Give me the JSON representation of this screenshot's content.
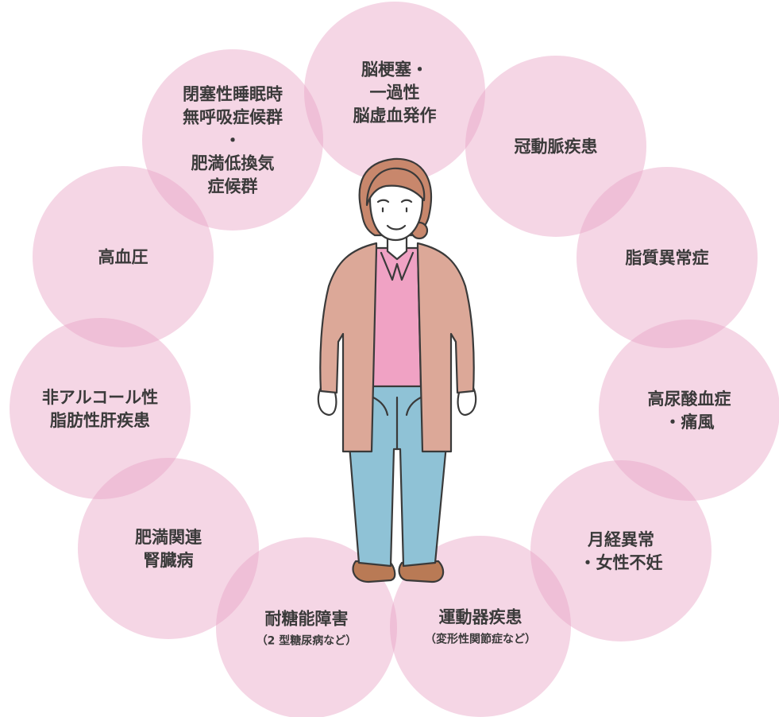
{
  "colors": {
    "circle": "#e9a3c6",
    "circle_opacity": 0.45,
    "text": "#3a3a3a",
    "jacket": "#dca898",
    "shirt": "#f0a2c4",
    "pants": "#8fc2d6",
    "skin": "#ffffff",
    "hair": "#c8876c",
    "shoes": "#b97a55",
    "outline": "#3a3a3a"
  },
  "conditions": [
    {
      "lines": [
        "脳梗塞・",
        "一過性",
        "脳虚血発作"
      ],
      "sub": ""
    },
    {
      "lines": [
        "冠動脈疾患"
      ],
      "sub": ""
    },
    {
      "lines": [
        "脂質異常症"
      ],
      "sub": ""
    },
    {
      "lines": [
        "高尿酸血症",
        "・痛風"
      ],
      "sub": ""
    },
    {
      "lines": [
        "月経異常",
        "・女性不妊"
      ],
      "sub": ""
    },
    {
      "lines": [
        "運動器疾患"
      ],
      "sub": "（変形性関節症など）"
    },
    {
      "lines": [
        "耐糖能障害"
      ],
      "sub": "（2 型糖尿病など）"
    },
    {
      "lines": [
        "肥満関連",
        "腎臓病"
      ],
      "sub": ""
    },
    {
      "lines": [
        "非アルコール性",
        "脂肪性肝疾患"
      ],
      "sub": ""
    },
    {
      "lines": [
        "高血圧"
      ],
      "sub": ""
    },
    {
      "lines": [
        "閉塞性睡眠時",
        "無呼吸症候群",
        "・",
        "肥満低換気",
        "症候群"
      ],
      "sub": ""
    }
  ]
}
